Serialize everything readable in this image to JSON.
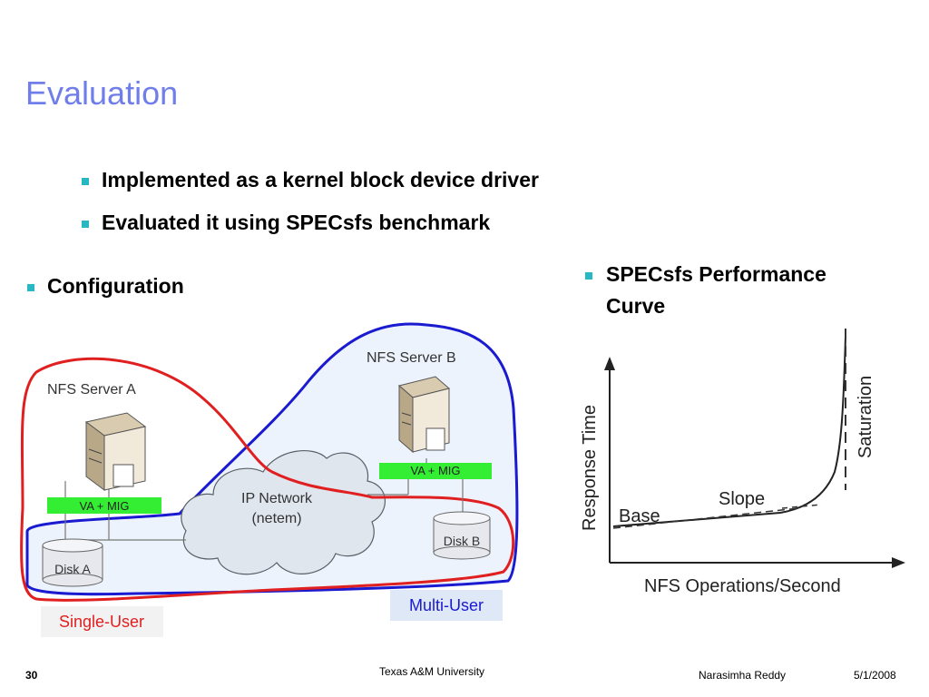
{
  "slide": {
    "title": "Evaluation",
    "bullets": [
      "Implemented as a kernel block device driver",
      "Evaluated it using SPECsfs benchmark"
    ],
    "left_bullet": "Configuration",
    "right_bullet_line1": "SPECsfs Performance",
    "right_bullet_line2": "Curve"
  },
  "diagram": {
    "server_a": "NFS Server A",
    "server_b": "NFS Server B",
    "va_mig_a": "VA + MIG",
    "va_mig_b": "VA + MIG",
    "network_line1": "IP Network",
    "network_line2": "(netem)",
    "disk_a": "Disk A",
    "disk_b": "Disk B",
    "single_user": "Single-User",
    "multi_user": "Multi-User",
    "colors": {
      "single": "#e02020",
      "multi": "#1a1ad0",
      "va_mig": "#33ee33"
    }
  },
  "curve": {
    "ylabel": "Response Time",
    "xlabel": "NFS Operations/Second",
    "base": "Base",
    "slope": "Slope",
    "saturation": "Saturation"
  },
  "footer": {
    "page": "30",
    "center": "Texas A&M University",
    "author": "Narasimha Reddy",
    "date": "5/1/2008"
  }
}
